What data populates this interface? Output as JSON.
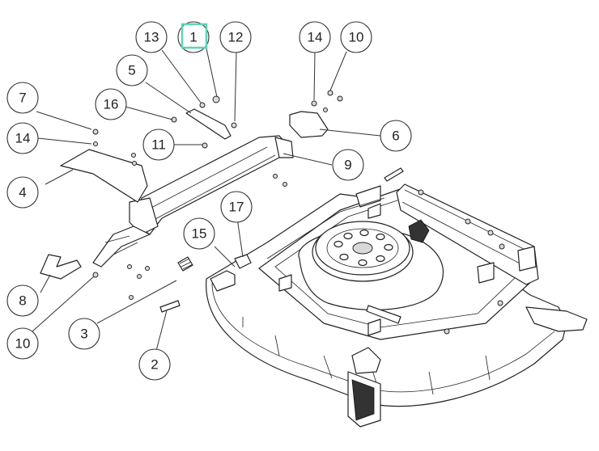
{
  "callouts": {
    "c1": "1",
    "c2": "2",
    "c3": "3",
    "c4": "4",
    "c5": "5",
    "c6": "6",
    "c7": "7",
    "c8": "8",
    "c9": "9",
    "c10a": "10",
    "c10b": "10",
    "c11": "11",
    "c12": "12",
    "c13": "13",
    "c14a": "14",
    "c14b": "14",
    "c15": "15",
    "c16": "16",
    "c17": "17"
  },
  "highlight_color": "#5fd3b8",
  "highlighted_callout": "1"
}
